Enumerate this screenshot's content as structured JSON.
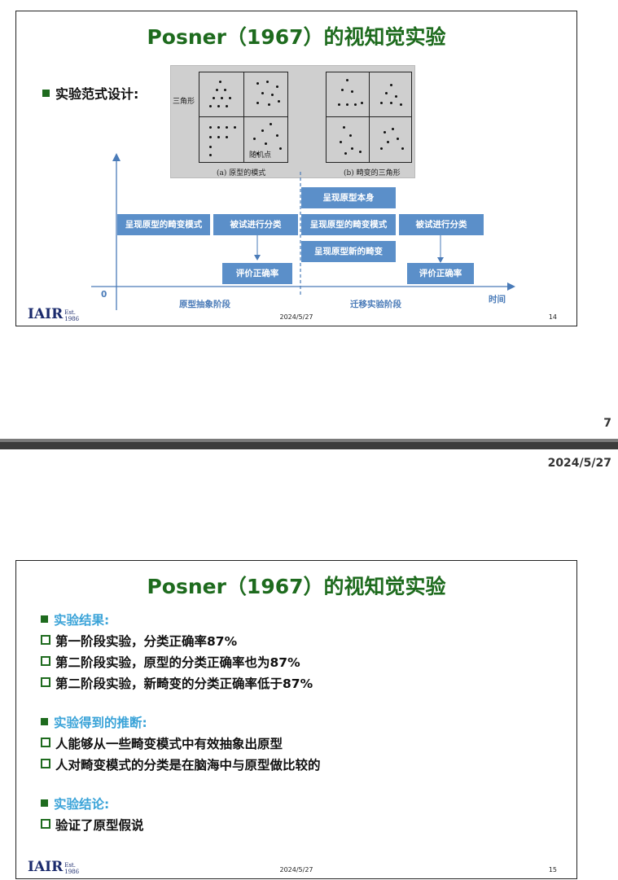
{
  "slide1": {
    "title": "Posner（1967）的视知觉实验",
    "bullet": "实验范式设计:",
    "figure": {
      "label_triangle": "三角形",
      "label_random": "随机点",
      "caption_a": "(a) 原型的模式",
      "caption_b": "(b) 畸变的三角形"
    },
    "diagram": {
      "origin": "0",
      "time": "时间",
      "phase1": "原型抽象阶段",
      "phase2": "迁移实验阶段",
      "box_p1_present": "呈现原型的畸变模式",
      "box_p1_classify": "被试进行分类",
      "box_p1_eval": "评价正确率",
      "box_p2_proto": "呈现原型本身",
      "box_p2_distort": "呈现原型的畸变模式",
      "box_p2_new": "呈现原型新的畸变",
      "box_p2_classify": "被试进行分类",
      "box_p2_eval": "评价正确率"
    },
    "footer": {
      "logo": "IAIR",
      "est1": "Est.",
      "est2": "1986",
      "date": "2024/5/27",
      "page": "14"
    }
  },
  "between": {
    "page": "7",
    "date": "2024/5/27"
  },
  "slide2": {
    "title": "Posner（1967）的视知觉实验",
    "sections": [
      {
        "heading": "实验结果:",
        "items": [
          "第一阶段实验，分类正确率87%",
          "第二阶段实验，原型的分类正确率也为87%",
          "第二阶段实验，新畸变的分类正确率低于87%"
        ]
      },
      {
        "heading": "实验得到的推断:",
        "items": [
          "人能够从一些畸变模式中有效抽象出原型",
          "人对畸变模式的分类是在脑海中与原型做比较的"
        ]
      },
      {
        "heading": "实验结论:",
        "items": [
          "验证了原型假说"
        ]
      }
    ],
    "footer": {
      "logo": "IAIR",
      "est1": "Est.",
      "est2": "1986",
      "date": "2024/5/27",
      "page": "15"
    }
  },
  "colors": {
    "title_green": "#1e6b1e",
    "box_blue": "#5b8fc9",
    "heading_cyan": "#3aa3d8"
  }
}
